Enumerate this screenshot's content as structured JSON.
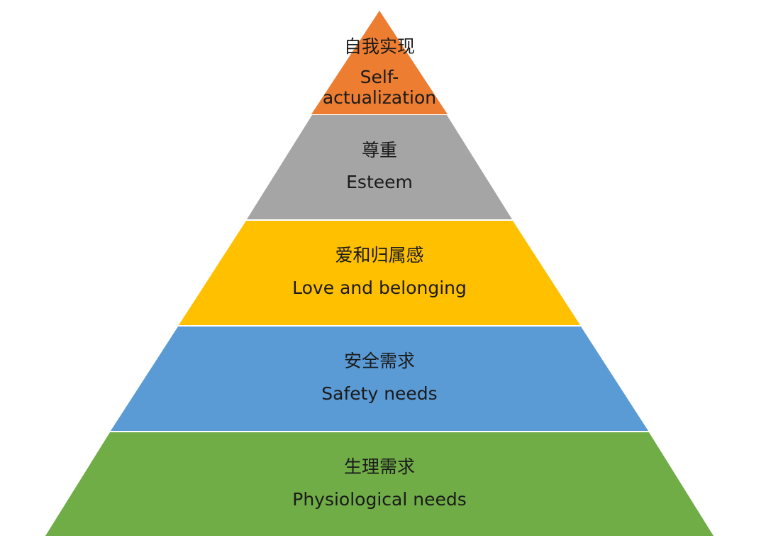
{
  "tiers": [
    {
      "zh": "自我实现",
      "en": "Self-",
      "en2": "actualization",
      "color": "#ED7D31"
    },
    {
      "zh": "尊重",
      "en": "Esteem",
      "color": "#A5A5A5"
    },
    {
      "zh": "爱和归属感",
      "en": "Love and belonging",
      "color": "#FFC000"
    },
    {
      "zh": "安全需求",
      "en": "Safety needs",
      "color": "#5B9BD5"
    },
    {
      "zh": "生理需求",
      "en": "Physiological needs",
      "color": "#70AD47"
    }
  ]
}
